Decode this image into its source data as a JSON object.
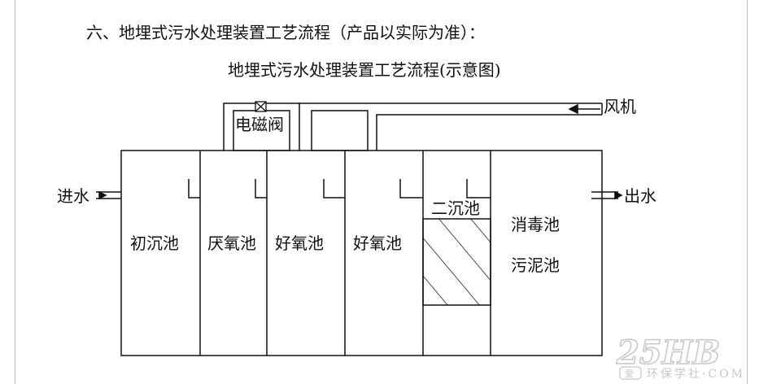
{
  "document": {
    "heading": "六、地埋式污水处理装置工艺流程（产品以实际为准）：",
    "diagram_title": "地埋式污水处理装置工艺流程(示意图)"
  },
  "diagram": {
    "inlet_label": "进水",
    "outlet_label": "出水",
    "blower_label": "风机",
    "valve_label": "电磁阀",
    "tanks": {
      "primary_settling": "初沉池",
      "anoxic": "厌氧池",
      "aerobic_1": "好氧池",
      "aerobic_2": "好氧池",
      "secondary_settling": "二沉池",
      "disinfection": "消毒池",
      "sludge": "污泥池"
    }
  },
  "watermark": {
    "brand": "25HB",
    "site_prefix": "爱",
    "site_text": "环保学社·COM"
  },
  "colors": {
    "line": "#111111",
    "text": "#111111",
    "border": "#bdbdbd",
    "watermark": "#c8c8c8"
  }
}
